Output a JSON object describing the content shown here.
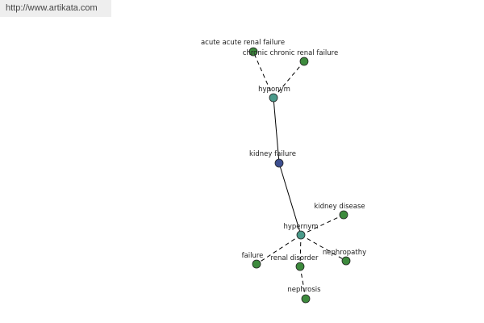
{
  "banner": {
    "url": "http://www.artikata.com"
  },
  "graph": {
    "nodes": [
      {
        "id": "center",
        "label": "kidney failure",
        "color": "#3d4f8f"
      },
      {
        "id": "hyponym",
        "label": "hyponym",
        "color": "#4a9a8a"
      },
      {
        "id": "acute",
        "label": "acute acute renal failure",
        "color": "#3d8a3d"
      },
      {
        "id": "chronic",
        "label": "chronic chronic renal failure",
        "color": "#3d8a3d"
      },
      {
        "id": "hypernym",
        "label": "hypernym",
        "color": "#4a9a8a"
      },
      {
        "id": "kidney-disease",
        "label": "kidney disease",
        "color": "#3d8a3d"
      },
      {
        "id": "nephropathy",
        "label": "nephropathy",
        "color": "#3d8a3d"
      },
      {
        "id": "renal-disorder",
        "label": "renal disorder",
        "color": "#3d8a3d"
      },
      {
        "id": "failure",
        "label": "failure",
        "color": "#3d8a3d"
      },
      {
        "id": "nephrosis",
        "label": "nephrosis",
        "color": "#3d8a3d"
      }
    ],
    "edges": [
      {
        "from": "center",
        "to": "hyponym",
        "style": "solid"
      },
      {
        "from": "center",
        "to": "hypernym",
        "style": "solid"
      },
      {
        "from": "hyponym",
        "to": "acute",
        "style": "dashed"
      },
      {
        "from": "hyponym",
        "to": "chronic",
        "style": "dashed"
      },
      {
        "from": "hypernym",
        "to": "kidney-disease",
        "style": "dashed"
      },
      {
        "from": "hypernym",
        "to": "nephropathy",
        "style": "dashed"
      },
      {
        "from": "hypernym",
        "to": "renal-disorder",
        "style": "dashed"
      },
      {
        "from": "hypernym",
        "to": "failure",
        "style": "dashed"
      },
      {
        "from": "renal-disorder",
        "to": "nephrosis",
        "style": "dashed"
      }
    ]
  }
}
